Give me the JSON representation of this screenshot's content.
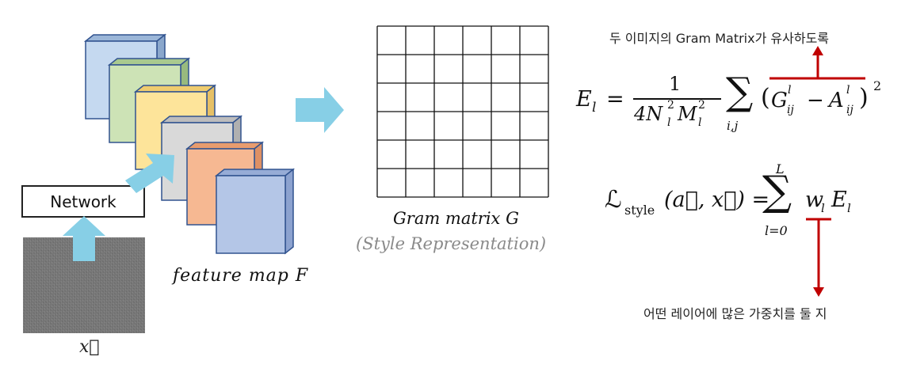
{
  "input": {
    "label": "x⃗"
  },
  "network": {
    "label": "Network"
  },
  "feature_map": {
    "label": "feature map F"
  },
  "gram": {
    "label": "Gram matrix G",
    "sublabel": "(Style Representation)",
    "rows": 6,
    "cols": 6
  },
  "formula_El": {
    "lhs": "E",
    "lhs_sub": "l",
    "eq": "=",
    "numerator": "1",
    "denominator": "4N",
    "sum": "∑",
    "sum_sub": "i,j",
    "g": "G",
    "a": "A",
    "minus": "−",
    "sup_l": "l",
    "sub_ij": "ij",
    "sq": "2"
  },
  "formula_Lstyle": {
    "L": "ℒ",
    "style_sub": "style",
    "args": "(a⃗, x⃗) =",
    "sum": "∑",
    "sum_top": "L",
    "sum_bottom": "l=0",
    "w": "w",
    "E": "E",
    "sub_l": "l"
  },
  "annotations": {
    "top": "두 이미지의 Gram Matrix가 유사하도록",
    "bottom": "어떤 레이어에 많은 가중치를 둘 지"
  },
  "colors": {
    "arrow": "#87cfe6",
    "annotation_red": "#c00000",
    "layer_blue": "#c5d9f0",
    "layer_green": "#cde3b6",
    "layer_yellow": "#fde49a",
    "layer_gray": "#d9d9d9",
    "layer_orange": "#f6b892",
    "layer_blue2": "#b4c6e7",
    "layer_edge": "#31538f"
  },
  "icons": [
    "arrow-up-icon",
    "arrow-right-icon",
    "arrow-diagonal-icon",
    "arrow-down-icon"
  ]
}
